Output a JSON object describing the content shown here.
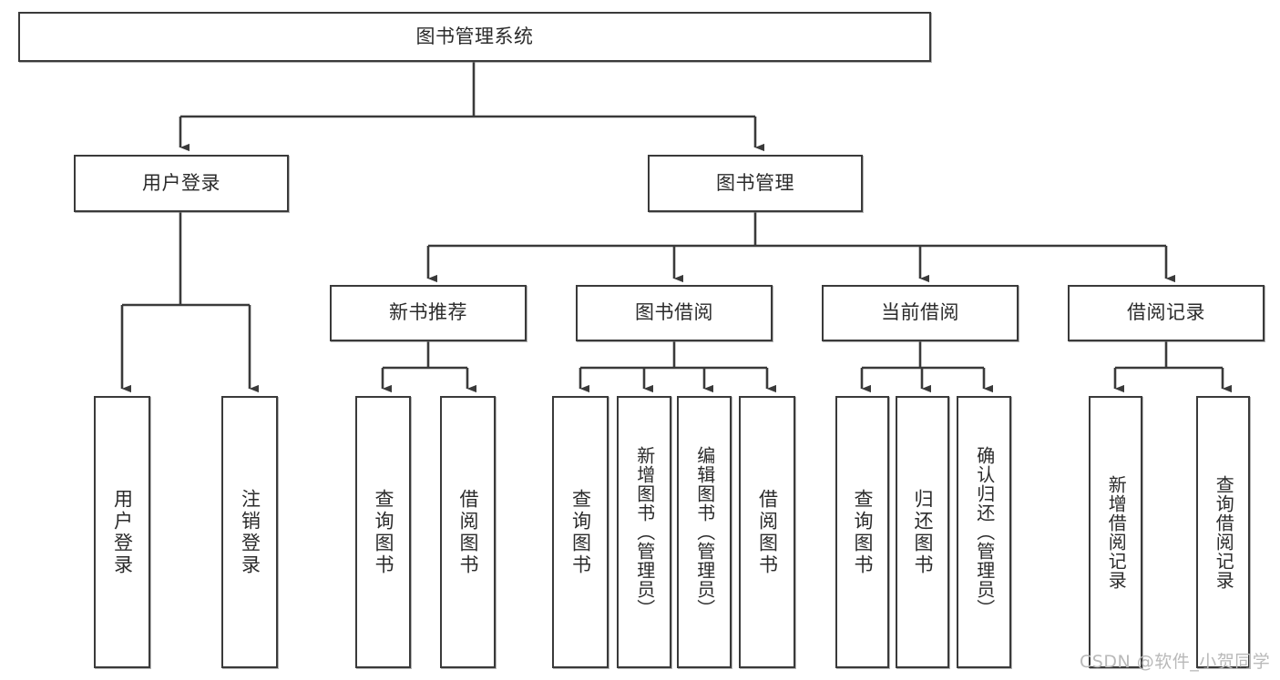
{
  "diagram": {
    "title": "图书管理系统",
    "type": "tree-hierarchy-diagram",
    "root": {
      "id": "root",
      "label": "图书管理系统"
    },
    "level2": [
      {
        "id": "user-login",
        "label": "用户登录"
      },
      {
        "id": "book-management",
        "label": "图书管理"
      }
    ],
    "level3": [
      {
        "id": "new-book-recommend",
        "label": "新书推荐",
        "parent": "book-management"
      },
      {
        "id": "book-borrow",
        "label": "图书借阅",
        "parent": "book-management"
      },
      {
        "id": "current-borrow",
        "label": "当前借阅",
        "parent": "book-management"
      },
      {
        "id": "borrow-record",
        "label": "借阅记录",
        "parent": "book-management"
      }
    ],
    "leaves": [
      {
        "id": "leaf-user-login",
        "label": "用户登录",
        "parent": "user-login"
      },
      {
        "id": "leaf-user-logout",
        "label": "注销登录",
        "parent": "user-login"
      },
      {
        "id": "leaf-query-book-1",
        "label": "查询图书",
        "parent": "new-book-recommend"
      },
      {
        "id": "leaf-borrow-book-1",
        "label": "借阅图书",
        "parent": "new-book-recommend"
      },
      {
        "id": "leaf-query-book-2",
        "label": "查询图书",
        "parent": "book-borrow"
      },
      {
        "id": "leaf-add-book",
        "label": "新增图书（管理员）",
        "parent": "book-borrow"
      },
      {
        "id": "leaf-edit-book",
        "label": "编辑图书（管理员）",
        "parent": "book-borrow"
      },
      {
        "id": "leaf-borrow-book-2",
        "label": "借阅图书",
        "parent": "book-borrow"
      },
      {
        "id": "leaf-query-book-3",
        "label": "查询图书",
        "parent": "current-borrow"
      },
      {
        "id": "leaf-return-book",
        "label": "归还图书",
        "parent": "current-borrow"
      },
      {
        "id": "leaf-confirm-return",
        "label": "确认归还（管理员）",
        "parent": "current-borrow"
      },
      {
        "id": "leaf-add-record",
        "label": "新增借阅记录",
        "parent": "borrow-record"
      },
      {
        "id": "leaf-query-record",
        "label": "查询借阅记录",
        "parent": "borrow-record"
      }
    ],
    "watermark": "CSDN @软件_小贺同学",
    "colors": {
      "border": "#3a3a3a",
      "text": "#2b2b2b",
      "background": "#ffffff",
      "connector": "#3a3a3a",
      "watermark": "#b9b9b9"
    }
  }
}
